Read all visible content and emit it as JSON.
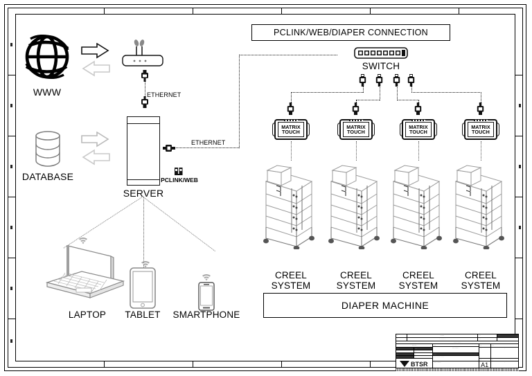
{
  "document": {
    "type": "engineering-network-diagram",
    "sheet_size": "A1"
  },
  "banner": {
    "title": "PCLINK/WEB/DIAPER CONNECTION"
  },
  "left_column": {
    "www": {
      "label": "WWW",
      "icon": "globe-icon",
      "arrows": [
        "arrow-right",
        "arrow-left"
      ]
    },
    "database": {
      "label": "DATABASE",
      "icon": "database-cylinder-icon",
      "arrows": [
        "arrow-right",
        "arrow-left"
      ]
    }
  },
  "network": {
    "router": {
      "icon": "wireless-router-icon",
      "antennas": 2
    },
    "server": {
      "label": "SERVER",
      "icon": "server-tower-icon",
      "port_label": "PCLINK/WEB",
      "port_icon": "rj45-port-icon"
    },
    "links": [
      {
        "label": "ETHERNET",
        "from": "router",
        "to": "server"
      },
      {
        "label": "ETHERNET",
        "from": "server",
        "to": "switch"
      }
    ],
    "switch": {
      "label": "SWITCH",
      "icon": "network-switch-icon",
      "port_count": 8,
      "cable_count": 4
    }
  },
  "devices": [
    {
      "label": "LAPTOP",
      "icon": "laptop-icon",
      "wireless": true
    },
    {
      "label": "TABLET",
      "icon": "tablet-icon",
      "wireless": true
    },
    {
      "label": "SMARTPHONE",
      "icon": "smartphone-icon",
      "wireless": true
    }
  ],
  "stations": [
    {
      "panel_line1": "MATRIX",
      "panel_line2": "TOUCH",
      "label_line1": "CREEL",
      "label_line2": "SYSTEM"
    },
    {
      "panel_line1": "MATRIX",
      "panel_line2": "TOUCH",
      "label_line1": "CREEL",
      "label_line2": "SYSTEM"
    },
    {
      "panel_line1": "MATRIX",
      "panel_line2": "TOUCH",
      "label_line1": "CREEL",
      "label_line2": "SYSTEM"
    },
    {
      "panel_line1": "MATRIX",
      "panel_line2": "TOUCH",
      "label_line1": "CREEL",
      "label_line2": "SYSTEM"
    }
  ],
  "machine": {
    "label": "DIAPER MACHINE"
  },
  "title_block": {
    "sheet_format": "A1",
    "note": "drawing title block with micro-printed revision and company fields (illegible at source resolution)"
  },
  "colors": {
    "line": "#000000",
    "paper": "#ffffff",
    "cable": "#111111",
    "ghost": "#bbbbbb"
  }
}
